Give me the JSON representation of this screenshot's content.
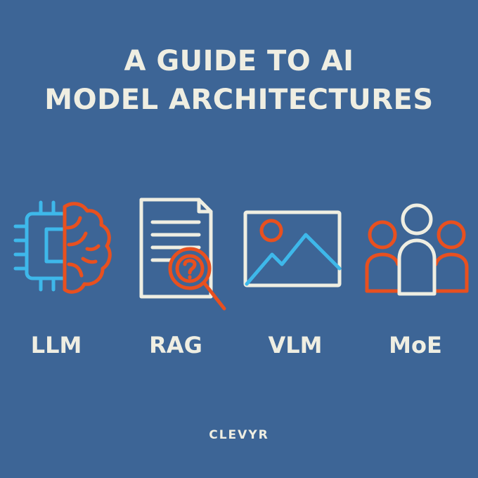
{
  "title": {
    "line1": "A GUIDE TO AI",
    "line2": "MODEL ARCHITECTURES"
  },
  "items": [
    {
      "label": "LLM",
      "icon": "chip-brain-icon"
    },
    {
      "label": "RAG",
      "icon": "document-search-icon"
    },
    {
      "label": "VLM",
      "icon": "image-icon"
    },
    {
      "label": "MoE",
      "icon": "people-group-icon"
    }
  ],
  "brand": "CLEVYR",
  "colors": {
    "background": "#3d6596",
    "cream": "#efeee2",
    "orange": "#e8501f",
    "cyan": "#3eb8ea"
  }
}
